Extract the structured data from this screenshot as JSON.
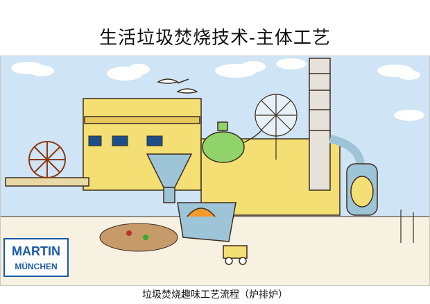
{
  "slide": {
    "title": "生活垃圾焚烧技术-主体工艺",
    "caption": "垃圾焚烧趣味工艺流程（炉排炉）"
  },
  "logo": {
    "line1": "MARTIN",
    "line2": "MÜNCHEN"
  },
  "colors": {
    "sky": "#cfe4f5",
    "building": "#f3df73",
    "steel": "#9ec4d8",
    "ground": "#f7f1e2",
    "outline": "#3b2d1f",
    "logo_blue": "#1c5aa5"
  }
}
